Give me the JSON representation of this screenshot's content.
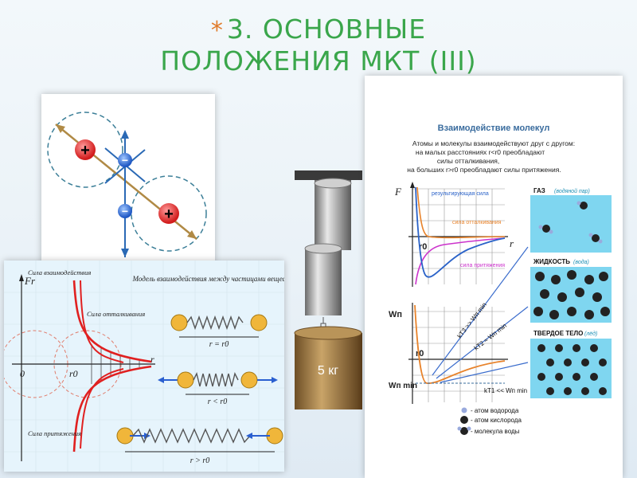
{
  "title": {
    "star": "*",
    "line1": "3. ОСНОВНЫЕ",
    "line2": "ПОЛОЖЕНИЯ МКТ (III)"
  },
  "dipole": {
    "plus": "+",
    "minus": "−"
  },
  "force_graph": {
    "axis_y": "Fr",
    "axis_x": "r",
    "origin": "0",
    "r0": "r0",
    "label_interaction": "Сила взаимодействия",
    "label_repulsion": "Сила отталкивания",
    "label_attraction": "Сила притяжения",
    "model_title": "Модель взаимодействия между частицами вещества",
    "case_equal": "r = r0",
    "case_less": "r < r0",
    "case_greater": "r > r0"
  },
  "cylinders": {
    "weight_label": "5 кг"
  },
  "molecules": {
    "heading": "Взаимодействие молекул",
    "intro_1": "Атомы и молекулы взаимодействуют друг с другом:",
    "intro_2": "на малых расстояниях r<r0 преобладают",
    "intro_3": "силы отталкивания,",
    "intro_4": "на больших r>r0 преобладают силы притяжения.",
    "graph_f_label": "F",
    "graph_r_label": "r",
    "graph_r0_label": "r0",
    "curve_resultant": "результирующая сила",
    "curve_repulsion": "сила отталкивания",
    "curve_attraction": "сила притяжения",
    "graph_w_label": "Wп",
    "graph_wmin_label": "Wп min",
    "kt3": "kT3 >> Wп min",
    "kt2": "kT2 ≈ Wп min",
    "kt1": "kT1 << Wп min",
    "state_gas": "ГАЗ",
    "state_gas_note": "(водяной пар)",
    "state_liquid": "ЖИДКОСТЬ",
    "state_liquid_note": "(вода)",
    "state_solid": "ТВЕРДОЕ ТЕЛО",
    "state_solid_note": "(лёд)",
    "legend_hydrogen": "- атом водорода",
    "legend_oxygen": "- атом кислорода",
    "legend_water": "- молекула воды"
  },
  "colors": {
    "title_green": "#3aa64b",
    "star_orange": "#e07b2a",
    "state_bg": "#7fd6f0",
    "force_red": "#e02020"
  }
}
